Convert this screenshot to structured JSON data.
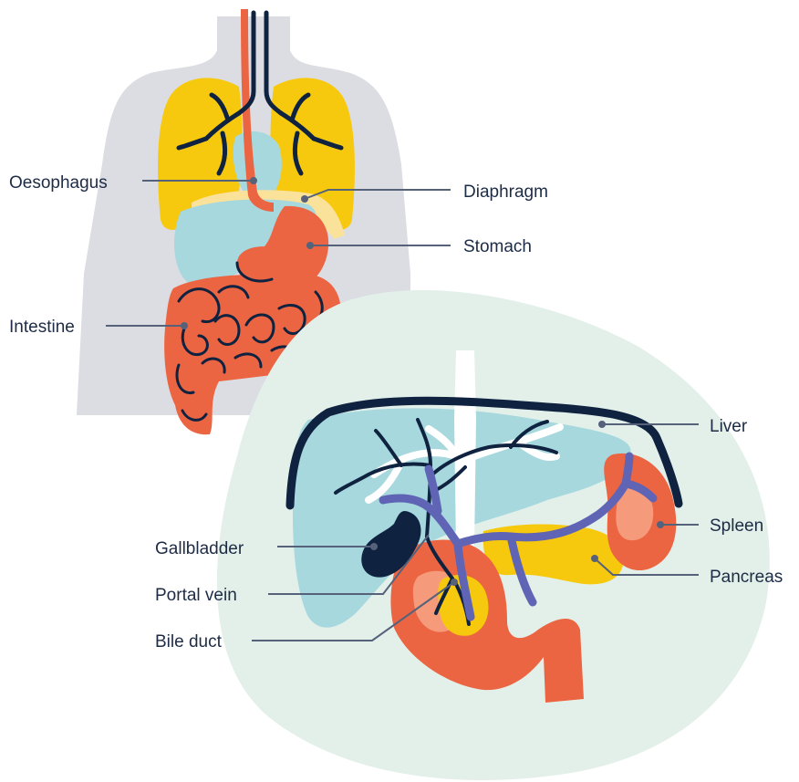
{
  "colors": {
    "body": "#dcdde2",
    "lung": "#f7c90e",
    "liver": "#a6d8de",
    "organ_red": "#ec6543",
    "airway": "#0f2240",
    "vein": "#6064b4",
    "pancreas": "#f7c90e",
    "spleen_inner": "#f59a7a",
    "diaphragm": "#fbe29a",
    "inset_bg": "#e3f0e9",
    "label_text": "#1d2b45",
    "leader": "#56627a"
  },
  "labels": {
    "oesophagus": "Oesophagus",
    "diaphragm": "Diaphragm",
    "stomach": "Stomach",
    "intestine": "Intestine",
    "liver": "Liver",
    "spleen": "Spleen",
    "pancreas": "Pancreas",
    "gallbladder": "Gallbladder",
    "portal_vein": "Portal vein",
    "bile_duct": "Bile duct"
  }
}
